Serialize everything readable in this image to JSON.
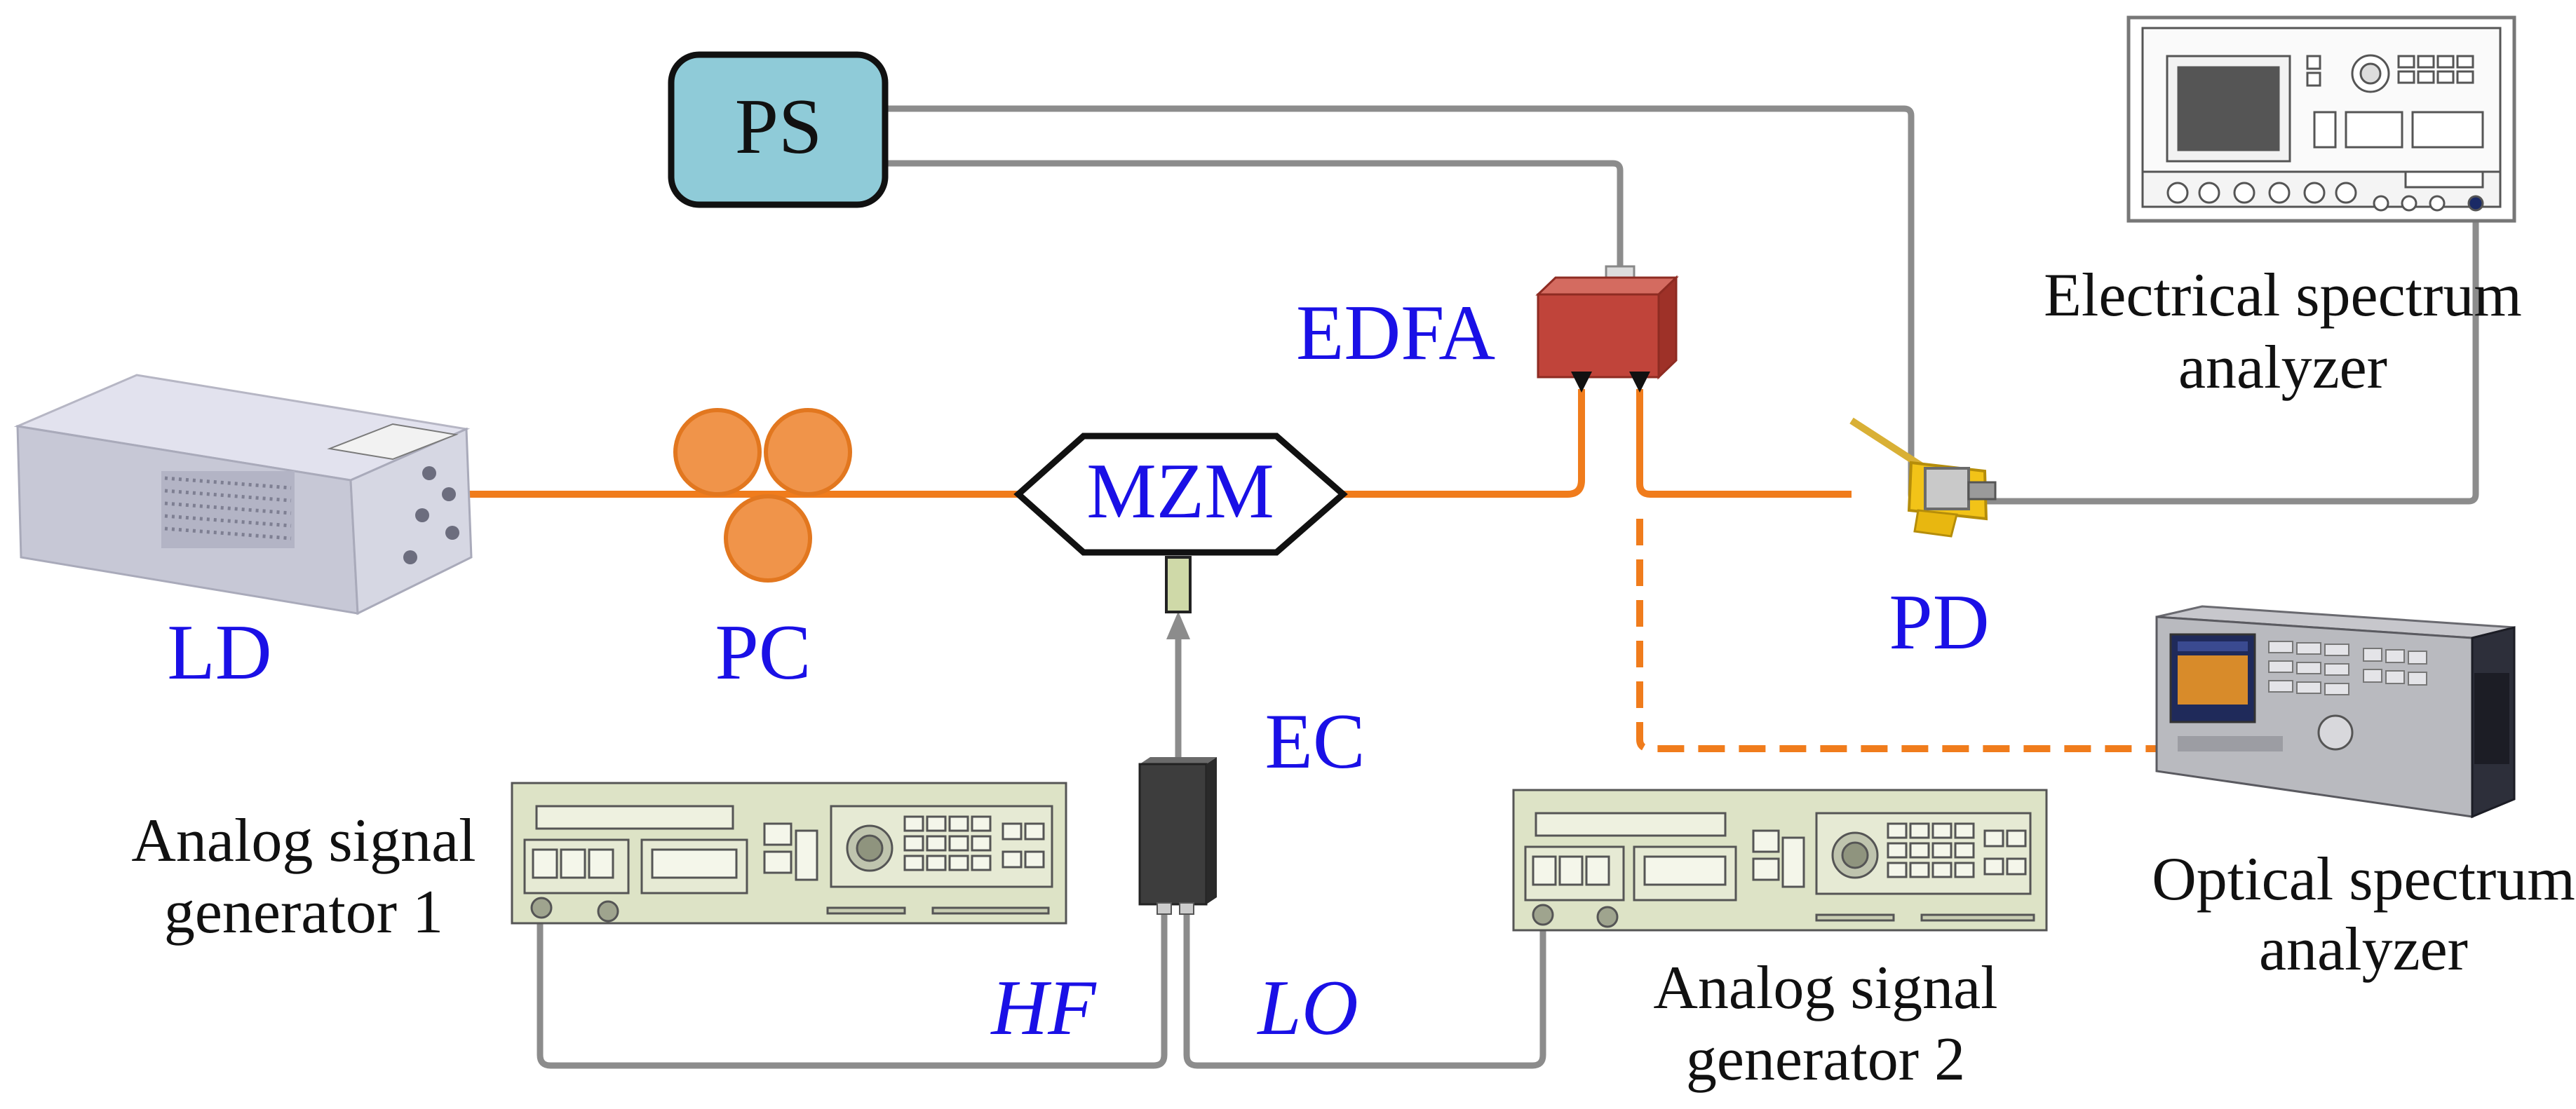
{
  "diagram": {
    "components": {
      "ld": "LD",
      "pc": "PC",
      "mzm": "MZM",
      "ps": "PS",
      "edfa": "EDFA",
      "pd": "PD",
      "ec": "EC"
    },
    "signals": {
      "hf": "HF",
      "lo": "LO"
    },
    "instruments": {
      "esa_line1": "Electrical spectrum",
      "esa_line2": "analyzer",
      "osa_line1": "Optical spectrum",
      "osa_line2": "analyzer",
      "gen1_line1": "Analog signal",
      "gen1_line2": "generator 1",
      "gen2_line1": "Analog signal",
      "gen2_line2": "generator 2"
    },
    "colors": {
      "label_blue": "#1a10e6",
      "fiber_orange": "#f07c1c",
      "pc_fill": "#f0944a",
      "ps_fill": "#8fcbd8",
      "edfa_fill": "#c0443a",
      "cable_gray": "#8c8c8c",
      "instrument_body": "#dde3c6",
      "ec_body": "#3d3d3d"
    }
  }
}
